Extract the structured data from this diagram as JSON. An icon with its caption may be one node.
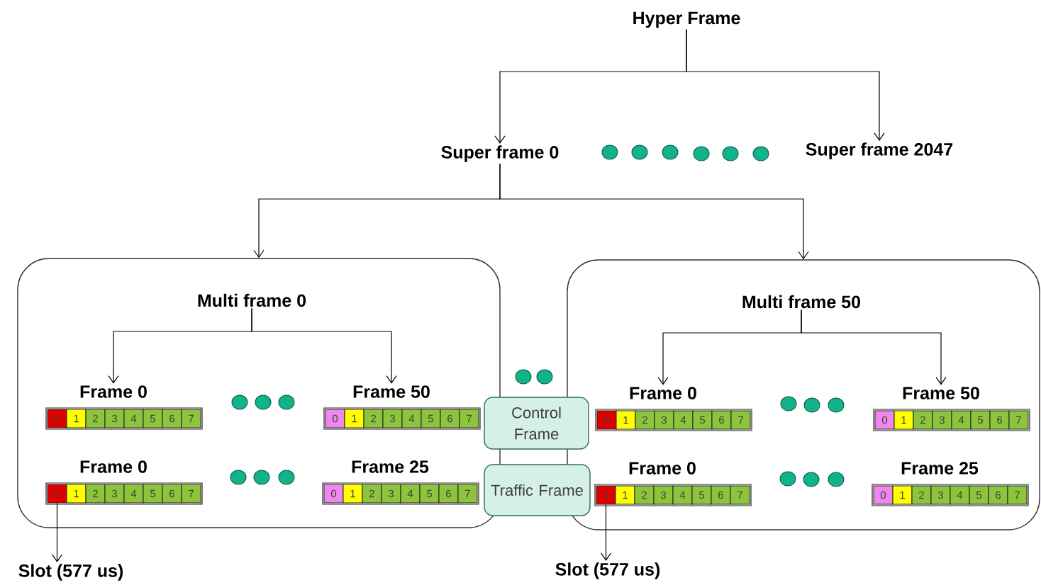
{
  "diagram": {
    "nodes": [
      {
        "text": [
          "Hyper Frame"
        ]
      },
      {
        "text": [
          "Super frame 0"
        ]
      },
      {
        "text": [
          "Super frame 2047"
        ]
      },
      {
        "text": [
          "Multi frame 0"
        ]
      },
      {
        "text": [
          "Multi frame 50"
        ]
      },
      {
        "text": [
          "Frame 0"
        ],
        "in": 3
      },
      {
        "text": [
          "0"
        ],
        "in": 5
      },
      {
        "text": [
          "1"
        ],
        "in": 5
      },
      {
        "text": [
          "2"
        ],
        "in": 5
      },
      {
        "text": [
          "3"
        ],
        "in": 5
      },
      {
        "text": [
          "4"
        ],
        "in": 5
      },
      {
        "text": [
          "5"
        ],
        "in": 5
      },
      {
        "text": [
          "6"
        ],
        "in": 5
      },
      {
        "text": [
          "7"
        ],
        "in": 5
      },
      {
        "text": [
          "Frame 50"
        ],
        "in": 3
      },
      {
        "text": [
          "0"
        ],
        "in": 14
      },
      {
        "text": [
          "1"
        ],
        "in": 14
      },
      {
        "text": [
          "2"
        ],
        "in": 14
      },
      {
        "text": [
          "3"
        ],
        "in": 14
      },
      {
        "text": [
          "4"
        ],
        "in": 14
      },
      {
        "text": [
          "5"
        ],
        "in": 14
      },
      {
        "text": [
          "6"
        ],
        "in": 14
      },
      {
        "text": [
          "7"
        ],
        "in": 14
      },
      {
        "text": [
          "Frame 0"
        ],
        "in": 3
      },
      {
        "text": [
          "0"
        ],
        "in": 23
      },
      {
        "text": [
          "1"
        ],
        "in": 23
      },
      {
        "text": [
          "2"
        ],
        "in": 23
      },
      {
        "text": [
          "3"
        ],
        "in": 23
      },
      {
        "text": [
          "4"
        ],
        "in": 23
      },
      {
        "text": [
          "5"
        ],
        "in": 23
      },
      {
        "text": [
          "6"
        ],
        "in": 23
      },
      {
        "text": [
          "7"
        ],
        "in": 23
      },
      {
        "text": [
          "Frame 25"
        ],
        "in": 3
      },
      {
        "text": [
          "0"
        ],
        "in": 32
      },
      {
        "text": [
          "1"
        ],
        "in": 32
      },
      {
        "text": [
          "2"
        ],
        "in": 32
      },
      {
        "text": [
          "3"
        ],
        "in": 32
      },
      {
        "text": [
          "4"
        ],
        "in": 32
      },
      {
        "text": [
          "5"
        ],
        "in": 32
      },
      {
        "text": [
          "6"
        ],
        "in": 32
      },
      {
        "text": [
          "7"
        ],
        "in": 32
      },
      {
        "text": [
          "Frame 0"
        ],
        "in": 4
      },
      {
        "text": [
          "0"
        ],
        "in": 41
      },
      {
        "text": [
          "1"
        ],
        "in": 41
      },
      {
        "text": [
          "2"
        ],
        "in": 41
      },
      {
        "text": [
          "3"
        ],
        "in": 41
      },
      {
        "text": [
          "4"
        ],
        "in": 41
      },
      {
        "text": [
          "5"
        ],
        "in": 41
      },
      {
        "text": [
          "6"
        ],
        "in": 41
      },
      {
        "text": [
          "7"
        ],
        "in": 41
      },
      {
        "text": [
          "Frame 50"
        ],
        "in": 4
      },
      {
        "text": [
          "0"
        ],
        "in": 50
      },
      {
        "text": [
          "1"
        ],
        "in": 50
      },
      {
        "text": [
          "2"
        ],
        "in": 50
      },
      {
        "text": [
          "3"
        ],
        "in": 50
      },
      {
        "text": [
          "4"
        ],
        "in": 50
      },
      {
        "text": [
          "5"
        ],
        "in": 50
      },
      {
        "text": [
          "6"
        ],
        "in": 50
      },
      {
        "text": [
          "7"
        ],
        "in": 50
      },
      {
        "text": [
          "Frame 0"
        ],
        "in": 4
      },
      {
        "text": [
          "0"
        ],
        "in": 59
      },
      {
        "text": [
          "1"
        ],
        "in": 59
      },
      {
        "text": [
          "2"
        ],
        "in": 59
      },
      {
        "text": [
          "3"
        ],
        "in": 59
      },
      {
        "text": [
          "4"
        ],
        "in": 59
      },
      {
        "text": [
          "5"
        ],
        "in": 59
      },
      {
        "text": [
          "6"
        ],
        "in": 59
      },
      {
        "text": [
          "7"
        ],
        "in": 59
      },
      {
        "text": [
          "Frame 25"
        ],
        "in": 4
      },
      {
        "text": [
          "0"
        ],
        "in": 68
      },
      {
        "text": [
          "1"
        ],
        "in": 68
      },
      {
        "text": [
          "2"
        ],
        "in": 68
      },
      {
        "text": [
          "3"
        ],
        "in": 68
      },
      {
        "text": [
          "4"
        ],
        "in": 68
      },
      {
        "text": [
          "5"
        ],
        "in": 68
      },
      {
        "text": [
          "6"
        ],
        "in": 68
      },
      {
        "text": [
          "7"
        ],
        "in": 68
      },
      {
        "text": [
          "Control Frame"
        ]
      },
      {
        "text": [
          "Traffic Frame"
        ]
      },
      {
        "text": [
          "Slot (577 us)"
        ]
      },
      {
        "text": [
          "Slot (577 us)"
        ]
      }
    ],
    "edges": [
      {
        "from": 0,
        "to": 1,
        "arrow": "to"
      },
      {
        "from": 0,
        "to": 2,
        "arrow": "to"
      },
      {
        "from": 1,
        "to": 3,
        "arrow": "to"
      },
      {
        "from": 1,
        "to": 4,
        "arrow": "to"
      },
      {
        "from": 3,
        "to": 5,
        "arrow": "to"
      },
      {
        "from": 3,
        "to": 14,
        "arrow": "to"
      },
      {
        "from": 4,
        "to": 41,
        "arrow": "to"
      },
      {
        "from": 4,
        "to": 50,
        "arrow": "to"
      },
      {
        "from": 24,
        "to": 79,
        "arrow": "to"
      },
      {
        "from": 60,
        "to": 80,
        "arrow": "to"
      }
    ]
  }
}
